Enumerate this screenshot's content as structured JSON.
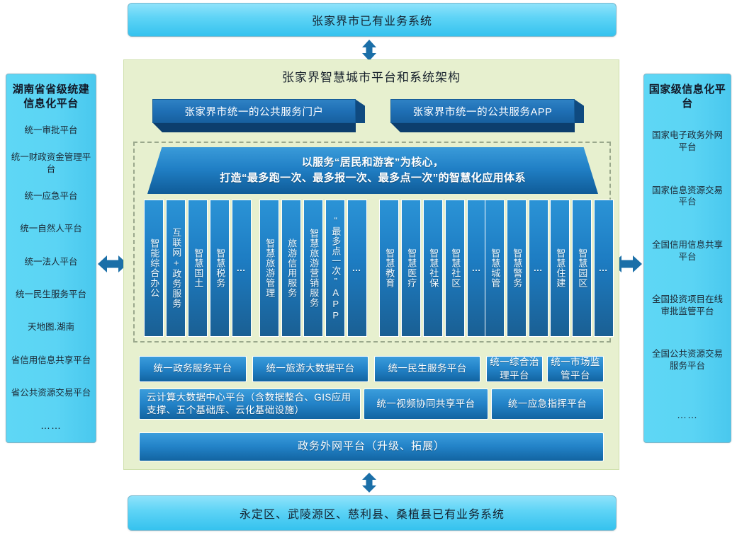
{
  "colors": {
    "accent_blue": "#1f7cc0",
    "arrow_blue": "#1b6fa8",
    "panel_green": "#e7f0cf",
    "rail_cyan": "#5bd4f4"
  },
  "top_bar": {
    "label": "张家界市已有业务系统"
  },
  "bottom_bar": {
    "label": "永定区、武陵源区、慈利县、桑植县已有业务系统"
  },
  "center_panel": {
    "title": "张家界智慧城市平台和系统架构"
  },
  "left_rail": {
    "title": "湖南省省级统建信息化平台",
    "items": [
      {
        "label": "统一审批平台"
      },
      {
        "label": "统一财政资金管理平台"
      },
      {
        "label": "统一应急平台"
      },
      {
        "label": "统一自然人平台"
      },
      {
        "label": "统一法人平台"
      },
      {
        "label": "统一民生服务平台"
      },
      {
        "label": "天地图.湖南"
      },
      {
        "label": "省信用信息共享平台"
      },
      {
        "label": "省公共资源交易平台"
      },
      {
        "label": "……"
      }
    ]
  },
  "right_rail": {
    "title": "国家级信息化平台",
    "items": [
      {
        "label": "国家电子政务外网平台"
      },
      {
        "label": "国家信息资源交易平台"
      },
      {
        "label": "全国信用信息共享平台"
      },
      {
        "label": "全国投资项目在线审批监管平台"
      },
      {
        "label": "全国公共资源交易服务平台"
      },
      {
        "label": "……"
      }
    ]
  },
  "portals": [
    {
      "label": "张家界市统一的公共服务门户"
    },
    {
      "label": "张家界市统一的公共服务APP"
    }
  ],
  "banner": {
    "line1": "以服务“居民和游客”为核心，",
    "line2": "打造“最多跑一次、最多报一次、最多点一次”的智慧化应用体系"
  },
  "app_groups": [
    {
      "name": "government-group",
      "columns": [
        {
          "label": "智能综合办公",
          "ellipsis": false
        },
        {
          "label": "互联网+政务服务",
          "ellipsis": false
        },
        {
          "label": "智慧国土",
          "ellipsis": false
        },
        {
          "label": "智慧税务",
          "ellipsis": false
        },
        {
          "label": "…",
          "ellipsis": true
        }
      ]
    },
    {
      "name": "tourism-group",
      "columns": [
        {
          "label": "智慧旅游管理",
          "ellipsis": false
        },
        {
          "label": "旅游信用服务",
          "ellipsis": false
        },
        {
          "label": "智慧旅游营销服务",
          "ellipsis": false
        },
        {
          "label": "“最多点一次”APP",
          "ellipsis": false
        },
        {
          "label": "…",
          "ellipsis": true
        }
      ]
    },
    {
      "name": "livelihood-group",
      "columns": [
        {
          "label": "智慧教育",
          "ellipsis": false
        },
        {
          "label": "智慧医疗",
          "ellipsis": false
        },
        {
          "label": "智慧社保",
          "ellipsis": false
        },
        {
          "label": "智慧社区",
          "ellipsis": false
        },
        {
          "label": "…",
          "ellipsis": true
        }
      ]
    },
    {
      "name": "governance-group",
      "columns": [
        {
          "label": "智慧城管",
          "ellipsis": false
        },
        {
          "label": "智慧警务",
          "ellipsis": false
        },
        {
          "label": "…",
          "ellipsis": true
        }
      ]
    },
    {
      "name": "market-group",
      "columns": [
        {
          "label": "智慧住建",
          "ellipsis": false
        },
        {
          "label": "智慧园区",
          "ellipsis": false
        },
        {
          "label": "…",
          "ellipsis": true
        }
      ]
    }
  ],
  "platform_row_1": [
    {
      "label": "统一政务服务平台"
    },
    {
      "label": "统一旅游大数据平台"
    },
    {
      "label": "统一民生服务平台"
    },
    {
      "label": "统一综合治理平台"
    },
    {
      "label": "统一市场监管平台"
    }
  ],
  "platform_row_2": [
    {
      "label": "云计算大数据中心平台（含数据整合、GIS应用支撑、五个基础库、云化基础设施）"
    },
    {
      "label": "统一视频协同共享平台"
    },
    {
      "label": "统一应急指挥平台"
    }
  ],
  "platform_row_3": [
    {
      "label": "政务外网平台（升级、拓展）"
    }
  ]
}
